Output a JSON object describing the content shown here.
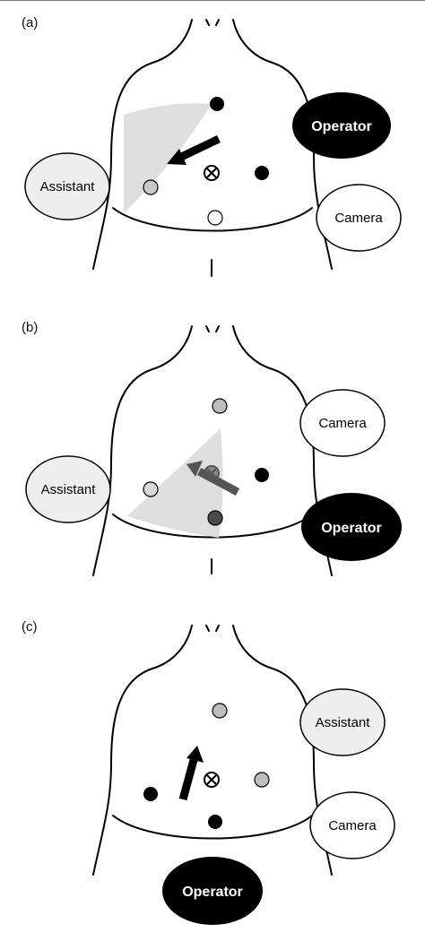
{
  "colors": {
    "operator": "#000000",
    "assistant": "#eeeeee",
    "camera": "#ffffff",
    "port_grey": "#bdbdbd",
    "sector": "#dcdcdc",
    "line": "#000000"
  },
  "panels": [
    {
      "label": "(a)",
      "roles": {
        "operator": "Operator",
        "assistant": "Assistant",
        "camera": "Camera"
      },
      "icons": {
        "umbilicus": "crossed-circle-icon",
        "arrow": "arrow-icon"
      }
    },
    {
      "label": "(b)",
      "roles": {
        "operator": "Operator",
        "assistant": "Assistant",
        "camera": "Camera"
      },
      "icons": {
        "umbilicus": "crossed-circle-icon",
        "arrow": "arrow-icon"
      }
    },
    {
      "label": "(c)",
      "roles": {
        "operator": "Operator",
        "assistant": "Assistant",
        "camera": "Camera"
      },
      "icons": {
        "umbilicus": "crossed-circle-icon",
        "arrow": "arrow-icon"
      }
    }
  ]
}
